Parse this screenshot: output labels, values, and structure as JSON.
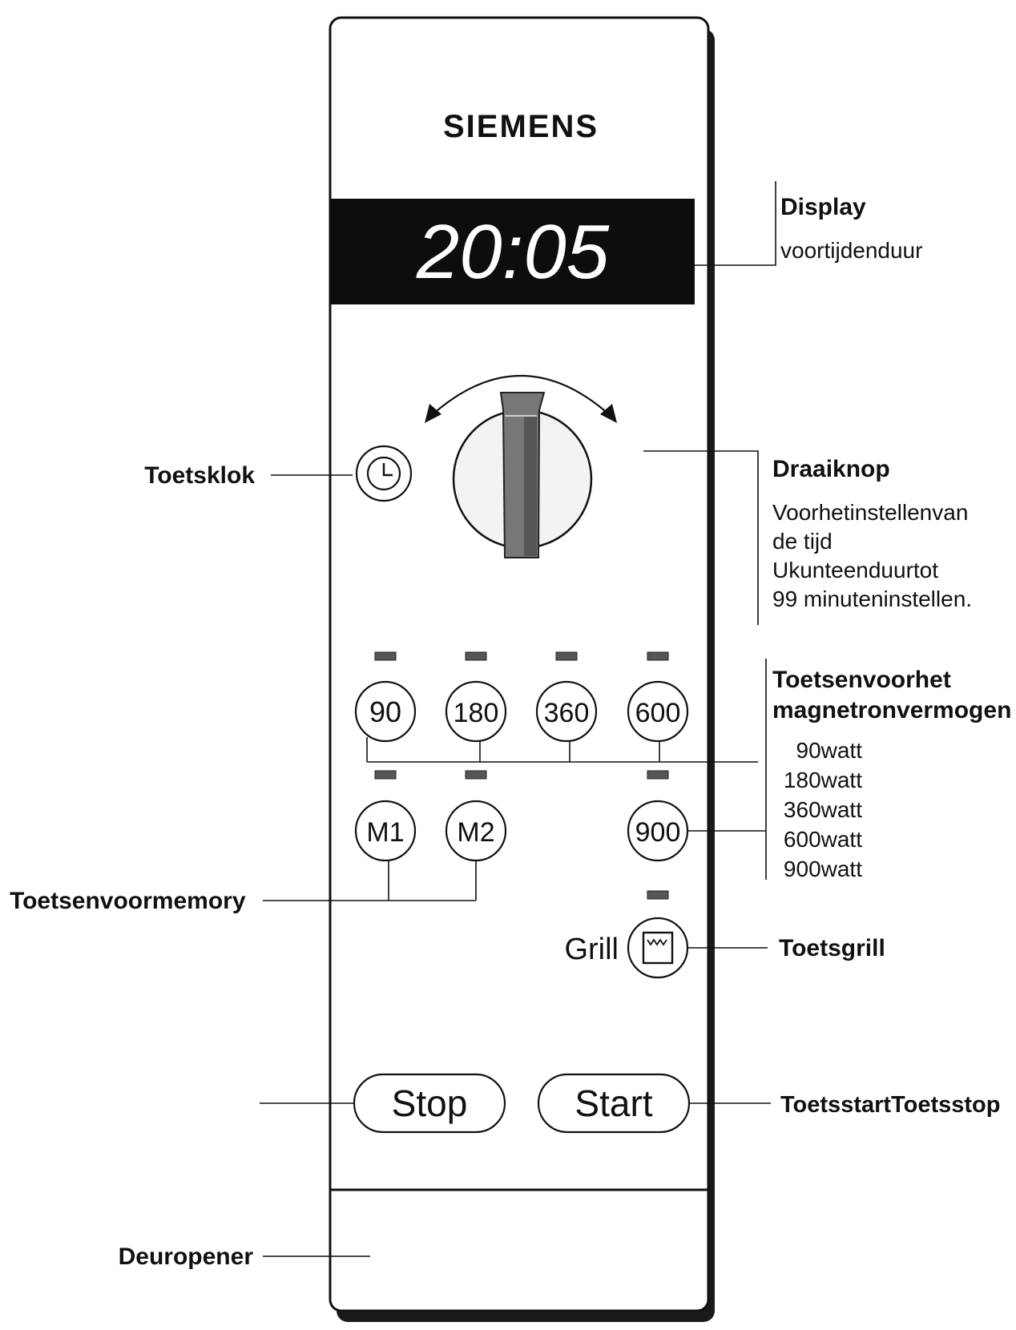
{
  "brand": "SIEMENS",
  "display": {
    "time": "20:05"
  },
  "power_buttons": [
    "90",
    "180",
    "360",
    "600"
  ],
  "memory_buttons": [
    "M1",
    "M2"
  ],
  "power_900": "900",
  "grill": {
    "text": "Grill"
  },
  "stop_label": "Stop",
  "start_label": "Start",
  "callouts": {
    "display_title": "Display",
    "display_sub": "voortijdenduur",
    "clock": "Toetsklok",
    "knob_title": "Draaiknop",
    "knob_lines": [
      "Voorhetinstellenvan",
      "de tijd",
      "Ukunteenduurtot",
      "99 minuteninstellen."
    ],
    "power_title": [
      "Toetsenvoorhet",
      "magnetronvermogen"
    ],
    "power_lines": [
      "90watt",
      "180watt",
      "360watt",
      "600watt",
      "900watt"
    ],
    "memory": "Toetsenvoormemory",
    "grill_key": "Toetsgrill",
    "start_stop": "ToetsstartToetsstop",
    "door": "Deuropener"
  }
}
